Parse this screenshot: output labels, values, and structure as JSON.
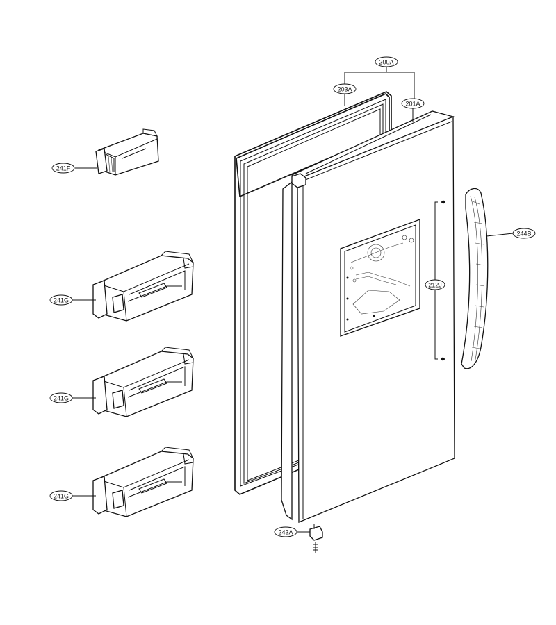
{
  "callouts": {
    "c200A": "200A",
    "c203A": "203A",
    "c201A": "201A",
    "c241F": "241F",
    "c244B": "244B",
    "c212J": "212J",
    "c241G_1": "241G",
    "c241G_2": "241G",
    "c241G_3": "241G",
    "c243A": "243A"
  }
}
